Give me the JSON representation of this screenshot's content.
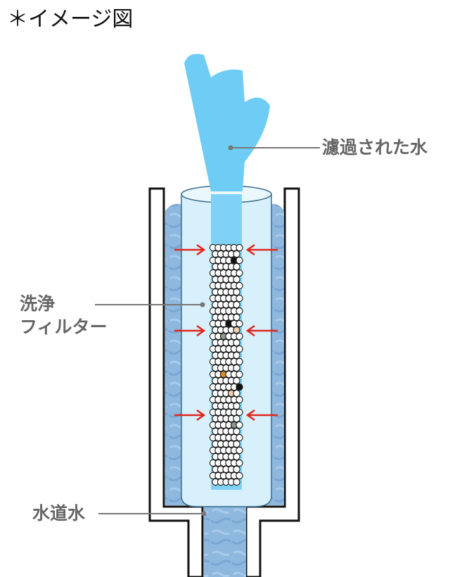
{
  "title": "＊イメージ図",
  "labels": {
    "filtered_water": "濾過された水",
    "filter_line1": "洗浄",
    "filter_line2": "フィルター",
    "tap_water": "水道水"
  },
  "colors": {
    "water": "#8fb8df",
    "stream": "#6fcdf5",
    "filter_tube": "#d8f0fb",
    "arrow": "#e0261e",
    "label": "#666666"
  }
}
